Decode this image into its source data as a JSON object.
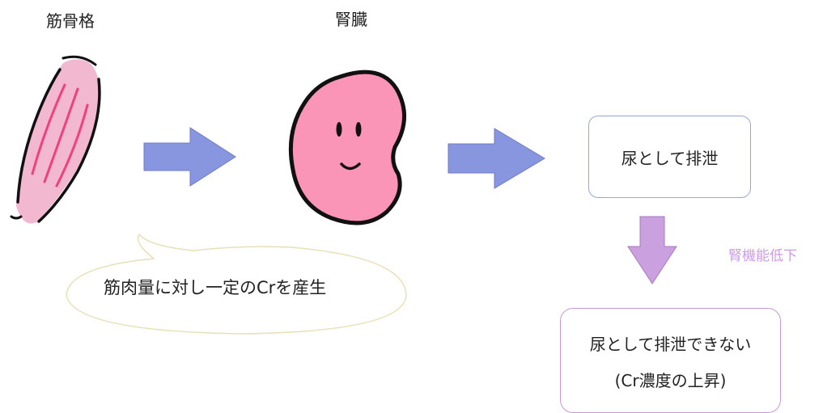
{
  "labels": {
    "muscle": "筋骨格",
    "kidney": "腎臓"
  },
  "bubble": {
    "text": "筋肉量に対し一定のCrを産生"
  },
  "boxes": {
    "excrete": "尿として排泄",
    "cannot_line1": "尿として排泄できない",
    "cannot_line2": "(Cr濃度の上昇)"
  },
  "side_label": "腎機能低下",
  "colors": {
    "muscle_fill": "#f2b8d0",
    "muscle_stripe": "#f0407e",
    "kidney_fill": "#fb95b8",
    "arrow_blue": "#8896e0",
    "arrow_purple": "#cba0df",
    "bubble_border": "#e8e0b8",
    "excrete_border": "#93a7d6",
    "cannot_border": "#c59ad4",
    "side_label": "#cc9ce6"
  },
  "icons": [
    "muscle-illustration",
    "kidney-illustration",
    "right-arrow-icon",
    "down-arrow-icon"
  ]
}
